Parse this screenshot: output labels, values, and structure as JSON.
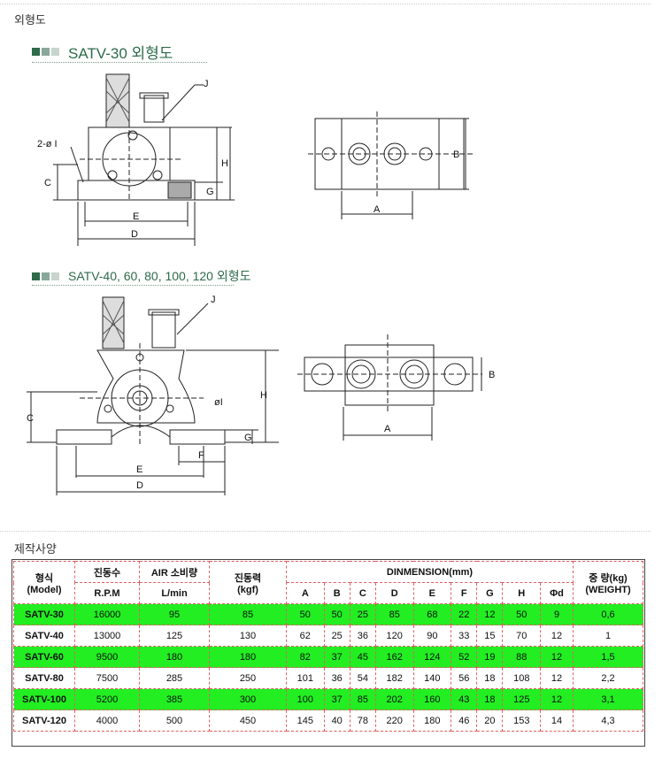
{
  "section_outline": "외형도",
  "section_spec": "제작사양",
  "diagram1": {
    "title": "SATV-30 외형도",
    "labels": {
      "j": "J",
      "phi": "2-ø I",
      "c": "C",
      "h": "H",
      "g": "G",
      "e": "E",
      "d": "D",
      "a": "A",
      "b": "B"
    }
  },
  "diagram2": {
    "title": "SATV-40, 60, 80, 100, 120 외형도",
    "labels": {
      "j": "J",
      "phi": "øI",
      "c": "C",
      "h": "H",
      "g": "G",
      "f": "F",
      "e": "E",
      "d": "D",
      "a": "A",
      "b": "B"
    }
  },
  "table": {
    "h_model": "형식",
    "h_model_en": "(Model)",
    "h_vib": "진동수",
    "h_rpm": "R.P.M",
    "h_air": "AIR 소비량",
    "h_lmin": "L/min",
    "h_force": "진동력",
    "h_kgf": "(kgf)",
    "h_dim": "DINMENSION(mm)",
    "h_weight": "중 량(kg)",
    "h_weight_en": "(WEIGHT)",
    "dims": [
      "A",
      "B",
      "C",
      "D",
      "E",
      "F",
      "G",
      "H",
      "Φd"
    ],
    "rows": [
      {
        "model": "SATV-30",
        "rpm": "16000",
        "air": "95",
        "force": "85",
        "d": [
          "50",
          "50",
          "25",
          "85",
          "68",
          "22",
          "12",
          "50",
          "9"
        ],
        "w": "0,6",
        "hl": true
      },
      {
        "model": "SATV-40",
        "rpm": "13000",
        "air": "125",
        "force": "130",
        "d": [
          "62",
          "25",
          "36",
          "120",
          "90",
          "33",
          "15",
          "70",
          "12"
        ],
        "w": "1",
        "hl": false
      },
      {
        "model": "SATV-60",
        "rpm": "9500",
        "air": "180",
        "force": "180",
        "d": [
          "82",
          "37",
          "45",
          "162",
          "124",
          "52",
          "19",
          "88",
          "12"
        ],
        "w": "1,5",
        "hl": true
      },
      {
        "model": "SATV-80",
        "rpm": "7500",
        "air": "285",
        "force": "250",
        "d": [
          "101",
          "36",
          "54",
          "182",
          "140",
          "56",
          "18",
          "108",
          "12"
        ],
        "w": "2,2",
        "hl": false
      },
      {
        "model": "SATV-100",
        "rpm": "5200",
        "air": "385",
        "force": "300",
        "d": [
          "100",
          "37",
          "85",
          "202",
          "160",
          "43",
          "18",
          "125",
          "12"
        ],
        "w": "3,1",
        "hl": true
      },
      {
        "model": "SATV-120",
        "rpm": "4000",
        "air": "500",
        "force": "450",
        "d": [
          "145",
          "40",
          "78",
          "220",
          "180",
          "46",
          "20",
          "153",
          "14"
        ],
        "w": "4,3",
        "hl": false
      }
    ]
  },
  "colors": {
    "accent": "#2d6b4a",
    "highlight": "#22ee22",
    "border": "#e06060"
  }
}
